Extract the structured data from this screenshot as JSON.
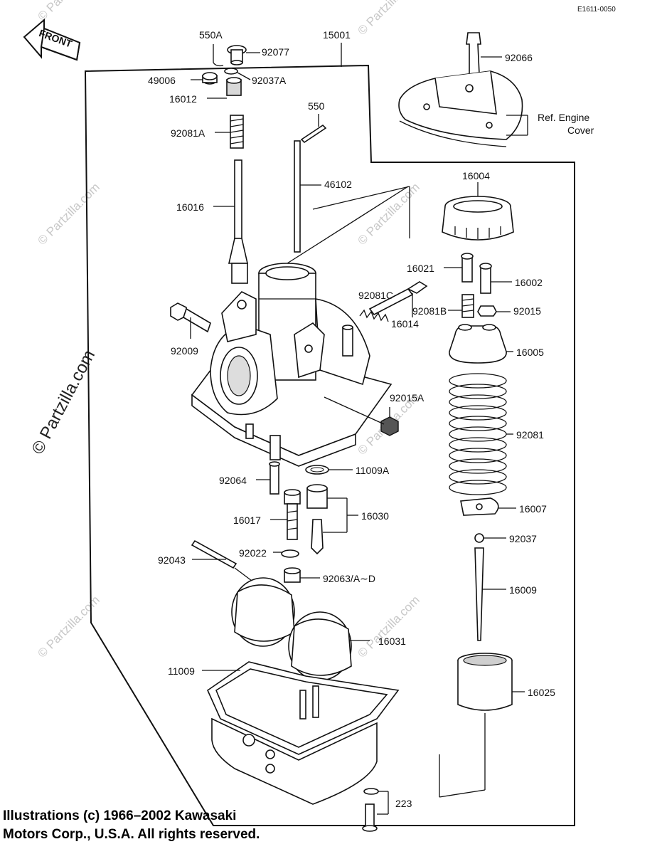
{
  "diagram_code": "E1611-0050",
  "front_label": "FRONT",
  "ref_engine_cover": [
    "Ref. Engine",
    "Cover"
  ],
  "watermark_text": "© Partzilla.com",
  "copyright_lines": [
    "Illustrations (c) 1966–2002 Kawasaki",
    "Motors Corp., U.S.A.  All rights reserved."
  ],
  "parts": {
    "p550A": "550A",
    "p15001": "15001",
    "p92077": "92077",
    "p49006": "49006",
    "p92037A": "92037A",
    "p16012": "16012",
    "p92066": "92066",
    "p550": "550",
    "p92081A": "92081A",
    "p46102": "46102",
    "p16004": "16004",
    "p16016": "16016",
    "p16021": "16021",
    "p16002": "16002",
    "p92081C": "92081C",
    "p92081B": "92081B",
    "p92015": "92015",
    "p16014": "16014",
    "p92009": "92009",
    "p16005": "16005",
    "p92015A": "92015A",
    "p92081": "92081",
    "p92064": "92064",
    "p11009A": "11009A",
    "p16007": "16007",
    "p16017": "16017",
    "p16030": "16030",
    "p92037": "92037",
    "p92043": "92043",
    "p92022": "92022",
    "p92063": "92063/A∼D",
    "p16009": "16009",
    "p16031": "16031",
    "p11009": "11009",
    "p16025": "16025",
    "p223": "223"
  }
}
